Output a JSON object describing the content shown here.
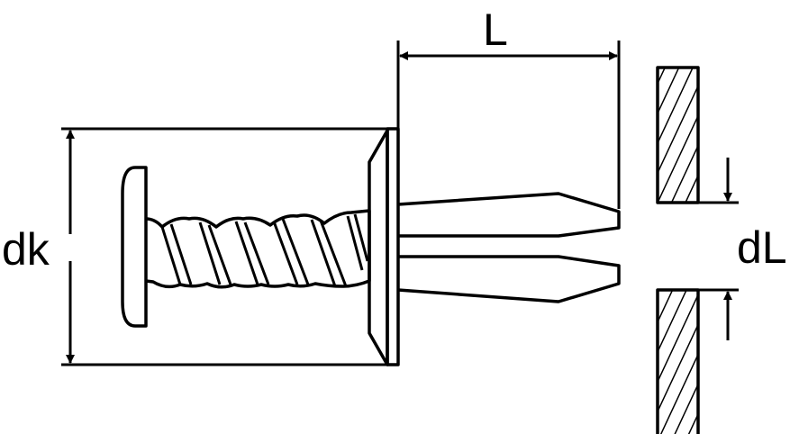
{
  "labels": {
    "dk": "dk",
    "L": "L",
    "dL": "dL"
  },
  "colors": {
    "stroke": "#000000",
    "background": "#ffffff"
  }
}
